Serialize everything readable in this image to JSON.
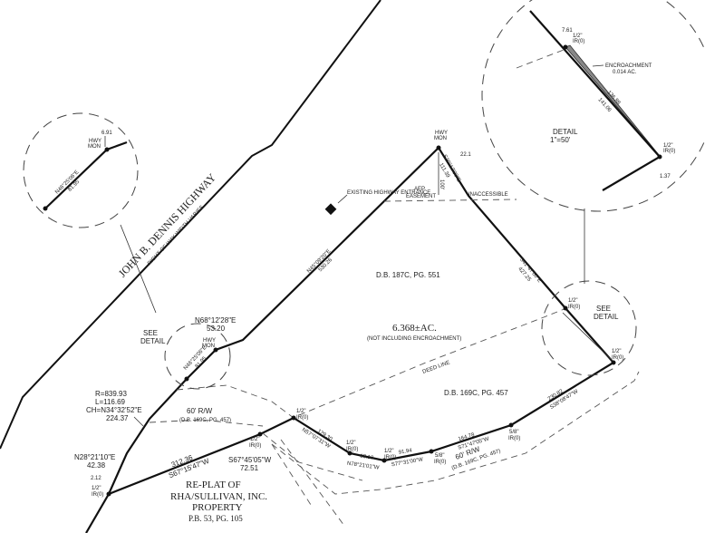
{
  "title": {
    "line1": "RE-PLAT OF",
    "line2": "RHA/SULLIVAN, INC.",
    "line3": "PROPERTY",
    "line4": "P.B. 53, PG. 105"
  },
  "highway": {
    "name": "JOHN B. DENNIS HIGHWAY",
    "subtitle": "RIGHT OF WAY WIDTH VARIES",
    "entrance": "EXISTING HIGHWAY ENTRANCE"
  },
  "area": {
    "acres": "6.368±AC.",
    "note": "(NOT INCLUDING ENCROACHMENT)",
    "deed1": "D.B. 187C, PG. 551",
    "deed2": "D.B. 169C, PG. 457",
    "deed_line": "DEED LINE"
  },
  "row": {
    "label": "60' R/W",
    "ref": "(D.B. 169C, PG. 457)"
  },
  "easement": {
    "label1": "AEP",
    "label2": "EASEMENT",
    "inaccessible": "INACCESSIBLE",
    "dim": "100'",
    "dist": "22.1"
  },
  "calls": {
    "n45": "N45°09'20\"E",
    "n45d": "530.26",
    "s30": "S30°13'00\"E",
    "s30d": "111.39",
    "s41": "S41°47'00\"E",
    "s41d": "427.25",
    "s38": "S38°08'47\"W",
    "s38d": "230.82",
    "s71": "S71°47'05\"W",
    "s71d": "164.78",
    "s77": "S77°31'00\"W",
    "s77d": "91.94",
    "n78": "N78°21'01\"W",
    "n78d": "68.10",
    "n57": "N57°07'31\"W",
    "n57d": "129.30",
    "s67a": "S67°45'05\"W",
    "s67ad": "72.51",
    "s67b": "S67°15'47\"W",
    "s67bd": "312.36",
    "n28": "N28°21'10\"E",
    "n28d": "42.38",
    "n46": "N46°25'06\"E",
    "n46d": "81.95",
    "n68": "N68°12'28\"E",
    "n68d": "53.20",
    "curve_r": "R=839.93",
    "curve_l": "L=116.69",
    "curve_ch": "CH=N34°32'52\"E",
    "curve_chd": "224.37",
    "d212": "2.12"
  },
  "markers": {
    "half": "1/2\"",
    "five8": "5/8\"",
    "ir": "IR(0)",
    "hwy": "HWY",
    "mon": "MON"
  },
  "see_detail": {
    "see": "SEE",
    "detail": "DETAIL"
  },
  "detail_left": {
    "dist": "6.91",
    "bearing": "N46°25'06\"E",
    "length": "81.95"
  },
  "detail_right": {
    "title": "DETAIL",
    "scale": "1\"=50'",
    "encroach": "ENCROACHMENT",
    "encroach_ac": "0.014 AC.",
    "d1": "136.88",
    "d2": "141.06",
    "top": "7.61",
    "bottom": "1.37"
  }
}
